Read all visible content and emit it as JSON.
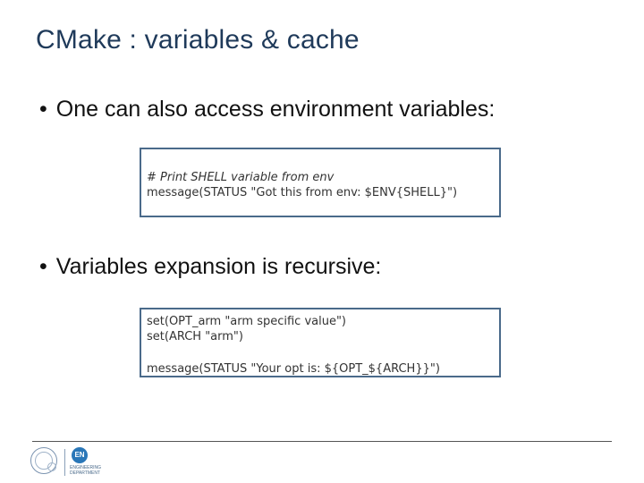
{
  "slide": {
    "title": "CMake : variables & cache",
    "bullet_char": "•",
    "bullet1": "One can also access environment variables:",
    "bullet2": "Variables expansion is recursive:"
  },
  "code_block_1": {
    "comment": "# Print SHELL variable from env",
    "line": "message(STATUS \"Got this from env: $ENV{SHELL}\")"
  },
  "code_block_2": {
    "line1": "set(OPT_arm \"arm specific value\")",
    "line2": "set(ARCH \"arm\")",
    "line3": "message(STATUS \"Your opt is: ${OPT_${ARCH}}\")"
  },
  "footer": {
    "logo_cern": "cern-logo-icon",
    "logo_en": "EN",
    "logo_en_subtitle": "ENGINEERING DEPARTMENT",
    "accent_color": "#2a77b8"
  }
}
